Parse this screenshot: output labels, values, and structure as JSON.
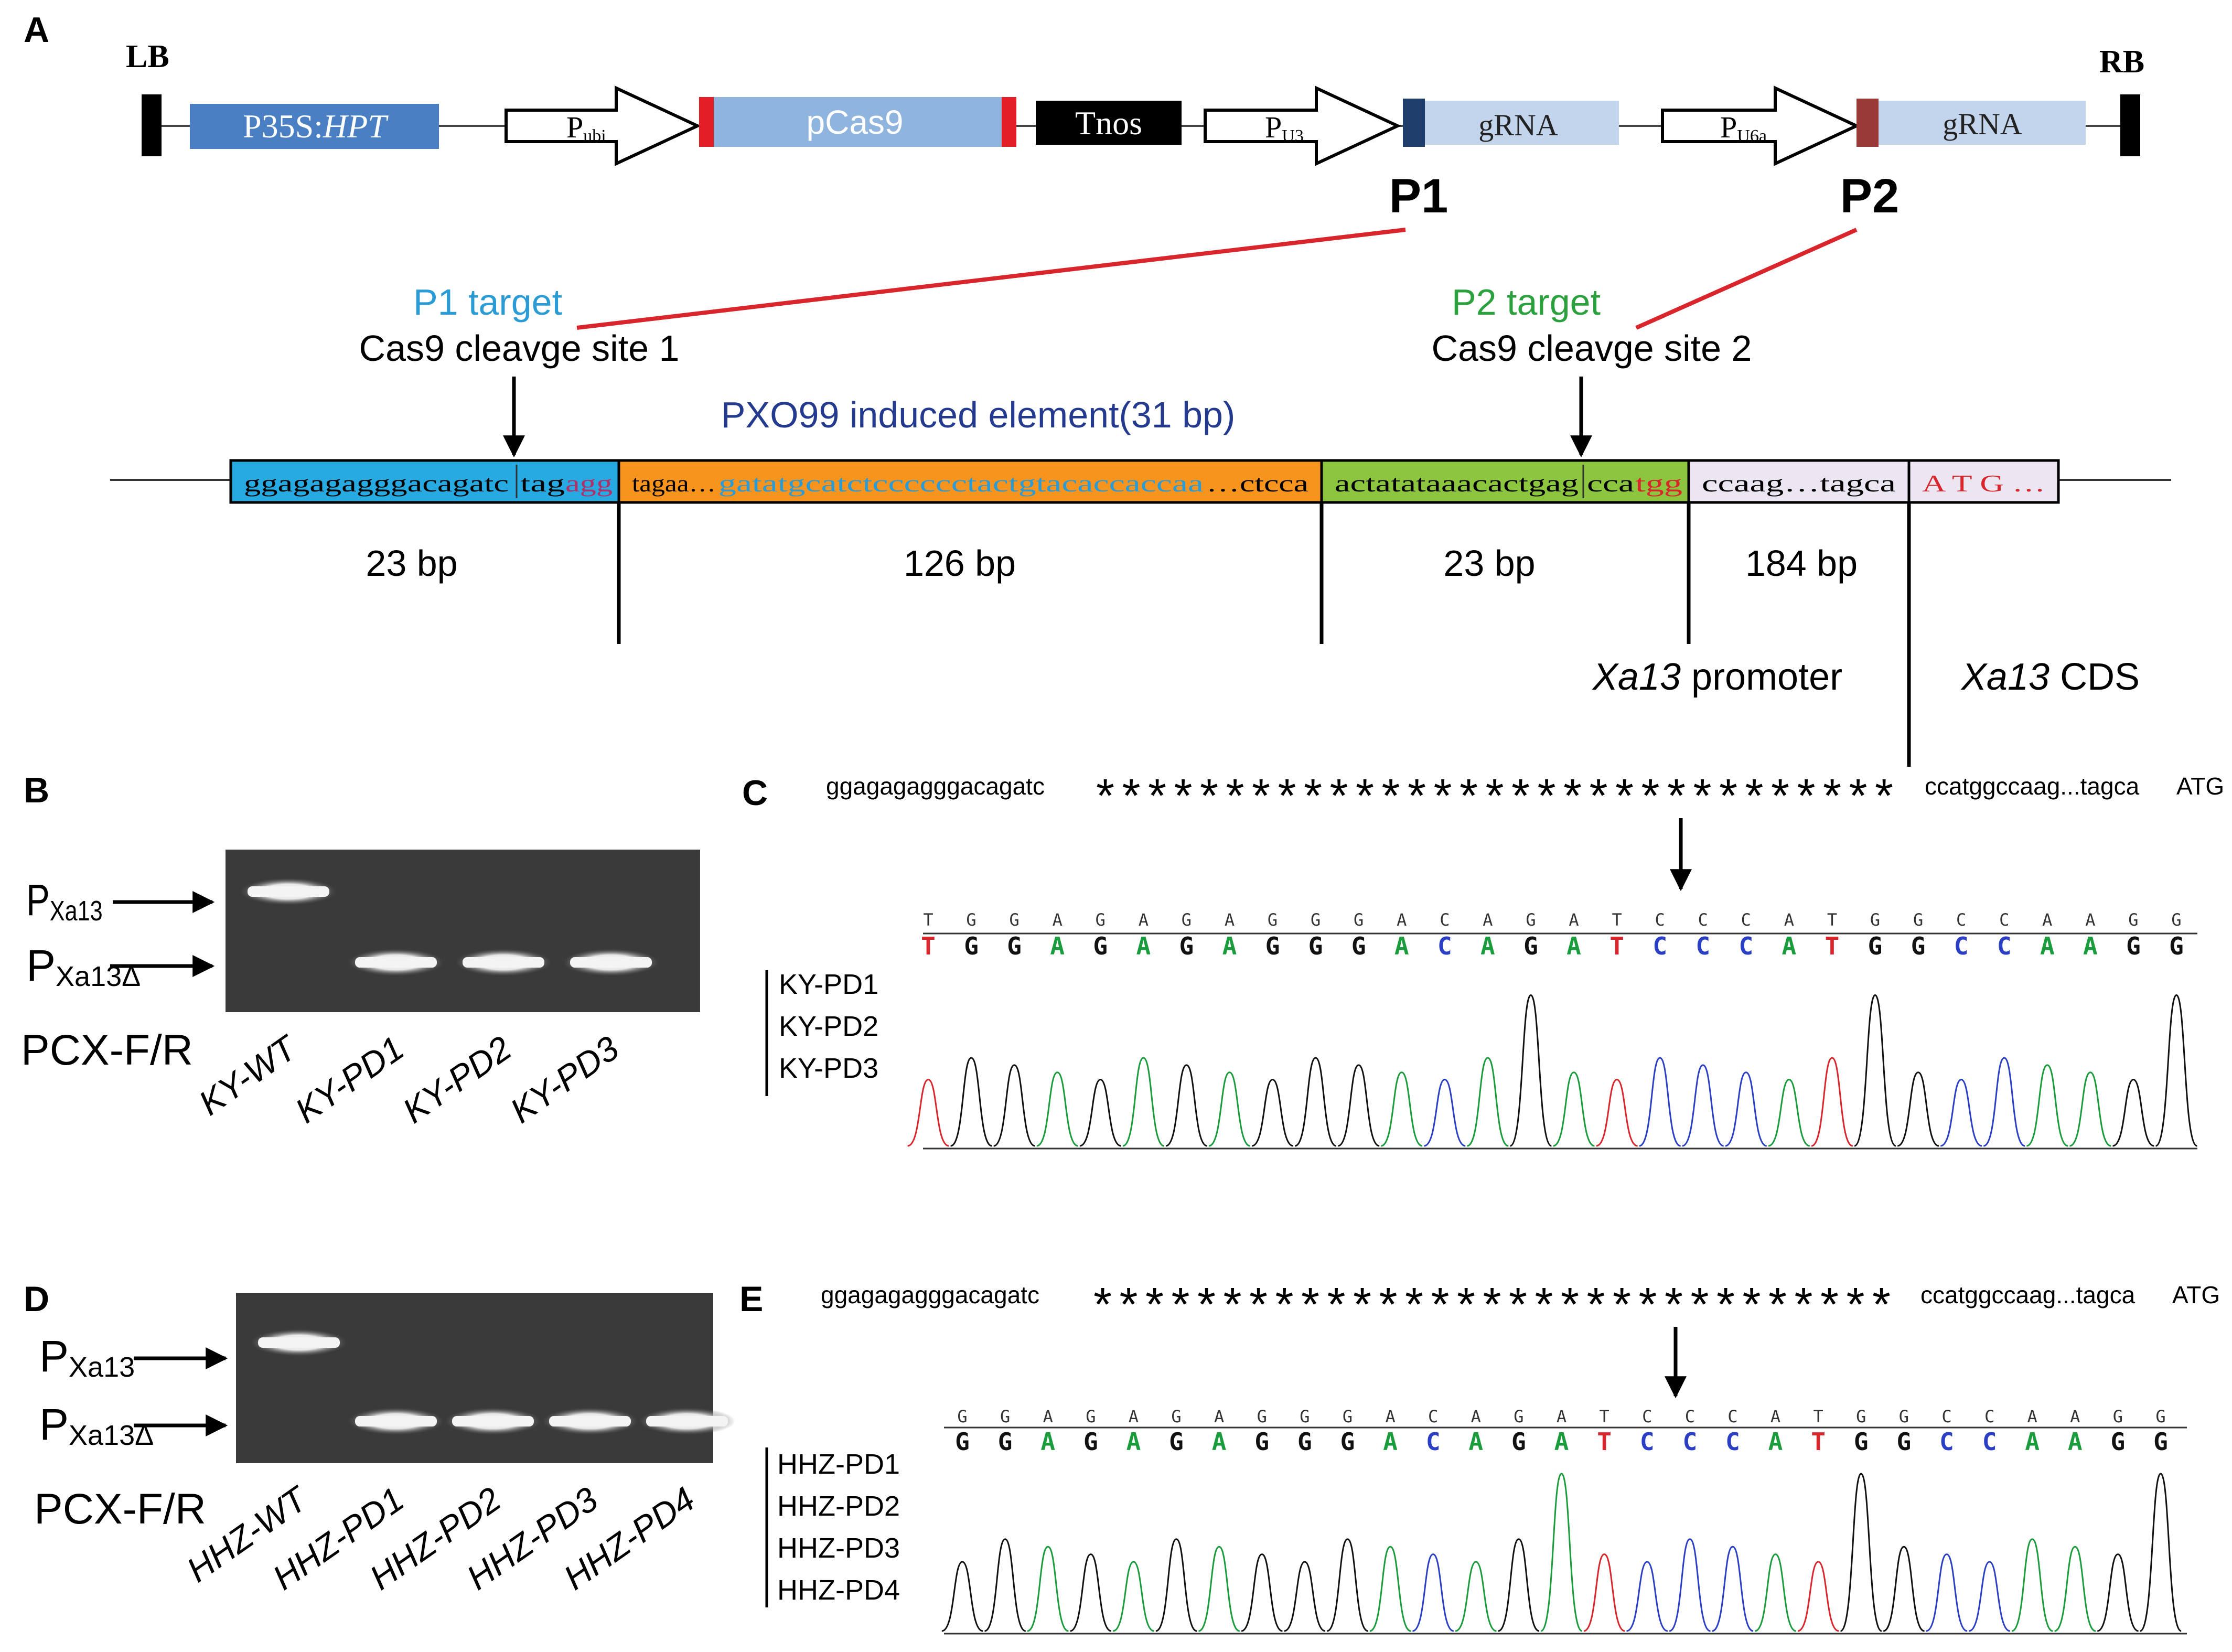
{
  "panels": {
    "A": "A",
    "B": "B",
    "C": "C",
    "D": "D",
    "E": "E"
  },
  "construct": {
    "lb": "LB",
    "rb": "RB",
    "hpt_prefix": "P35S:",
    "hpt_gene": "HPT",
    "pubi_main": "P",
    "pubi_sub": "ubi",
    "cas9": "pCas9",
    "tnos": "Tnos",
    "pu3_main": "P",
    "pu3_sub": "U3",
    "grna1": "gRNA",
    "pu6a_main": "P",
    "pu6a_sub": "U6a",
    "grna2": "gRNA",
    "p1": "P1",
    "p2": "P2"
  },
  "target": {
    "p1_target": "P1 target",
    "p1_site": "Cas9 cleavge site 1",
    "p2_target": "P2 target",
    "p2_site": "Cas9 cleavge site 2",
    "element": "PXO99 induced element(31 bp)",
    "seg1_a": "ggagagagggacagatc",
    "seg1_b": "tag",
    "seg1_c": "agg",
    "seg2_a": "tagaa…",
    "seg2_b": "gatatgcatctcccccctactgtacaccaccaa",
    "seg2_c": "…ctcca",
    "seg3_a": "actatataaacactgag",
    "seg3_b": "cca",
    "seg3_c": "tgg",
    "seg4": "ccaag…tagca",
    "seg5": "A T G …",
    "len1": "23 bp",
    "len2": "126 bp",
    "len3": "23 bp",
    "len4": "184 bp",
    "promoter_gene": "Xa13",
    "promoter_word": " promoter",
    "cds_gene": "Xa13",
    "cds_word": " CDS"
  },
  "gel_b": {
    "band_upper_main": "P",
    "band_upper_sub": "Xa13",
    "band_lower_main": "P",
    "band_lower_sub": "Xa13Δ",
    "primer": "PCX-F/R",
    "lanes": [
      "KY-WT",
      "KY-PD1",
      "KY-PD2",
      "KY-PD3"
    ]
  },
  "gel_d": {
    "band_upper_main": "P",
    "band_upper_sub": "Xa13",
    "band_lower_main": "P",
    "band_lower_sub": "Xa13Δ",
    "primer": "PCX-F/R",
    "lanes": [
      "HHZ-WT",
      "HHZ-PD1",
      "HHZ-PD2",
      "HHZ-PD3",
      "HHZ-PD4"
    ]
  },
  "seq_c": {
    "left": "ggagagagggacagatc",
    "stars": "*******************************",
    "right": "ccatggccaag...tagca",
    "atg": "ATG",
    "ref_bases": "TGGAGAGAGGGACAGATCCCATGGCCAAGG",
    "call_bases": "TGGAGAGAGGGACAGATCCCATGGCCAAGG",
    "samples": [
      "KY-PD1",
      "KY-PD2",
      "KY-PD3"
    ]
  },
  "seq_e": {
    "left": "ggagagagggacagatc",
    "stars": "*******************************",
    "right": "ccatggccaag...tagca",
    "atg": "ATG",
    "ref_bases": "GGAGAGAGGGACAGATCCCATGGCCAAGG",
    "call_bases": "GGAGAGAGGGACAGATCCCATGGCCAAGG",
    "samples": [
      "HHZ-PD1",
      "HHZ-PD2",
      "HHZ-PD3",
      "HHZ-PD4"
    ]
  },
  "colors": {
    "hpt": "#4a7fc4",
    "cas9": "#8fb4de",
    "cas_end": "#e41e26",
    "grna": "#c3d5ec",
    "p1_mark": "#1f3e6b",
    "p2_mark": "#9a3a36",
    "seg1": "#27aae1",
    "seg2": "#f7941d",
    "seg3": "#8cc63f",
    "seg45": "#ece6f2",
    "p1_text": "#2b9bd6",
    "p2_text": "#2aa13c",
    "element_text": "#243a8e",
    "line_red": "#d8262c",
    "base_A": "#1a9b3c",
    "base_C": "#2a3fc4",
    "base_G": "#111111",
    "base_T": "#d8262c"
  }
}
